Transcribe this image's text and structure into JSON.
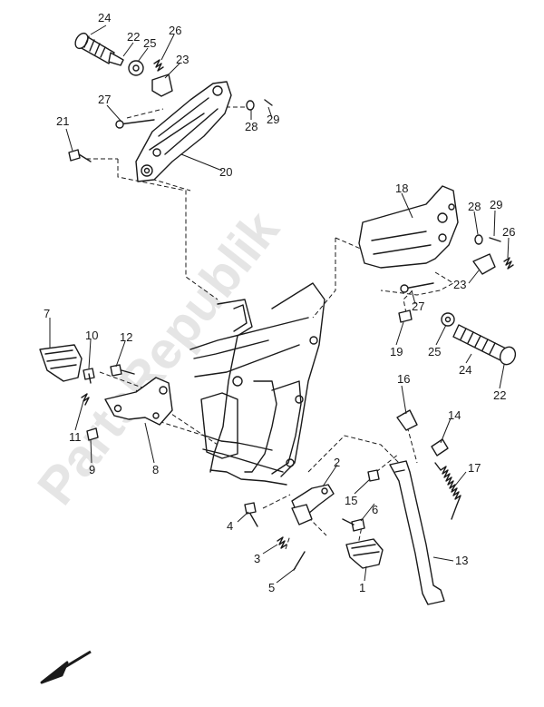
{
  "diagram": {
    "watermark": "PartsRepublik",
    "part_numbers": [
      "24",
      "22",
      "25",
      "26",
      "23",
      "27",
      "28",
      "29",
      "21",
      "20",
      "18",
      "28",
      "29",
      "26",
      "23",
      "27",
      "19",
      "25",
      "24",
      "22",
      "7",
      "10",
      "12",
      "16",
      "14",
      "11",
      "9",
      "8",
      "2",
      "15",
      "6",
      "17",
      "4",
      "3",
      "5",
      "1",
      "13"
    ]
  },
  "colors": {
    "ink": "#1a1a1a",
    "watermark": "#cfcfcf",
    "background": "#ffffff"
  },
  "icons": {
    "direction_arrow": "arrow-front-left-icon"
  }
}
